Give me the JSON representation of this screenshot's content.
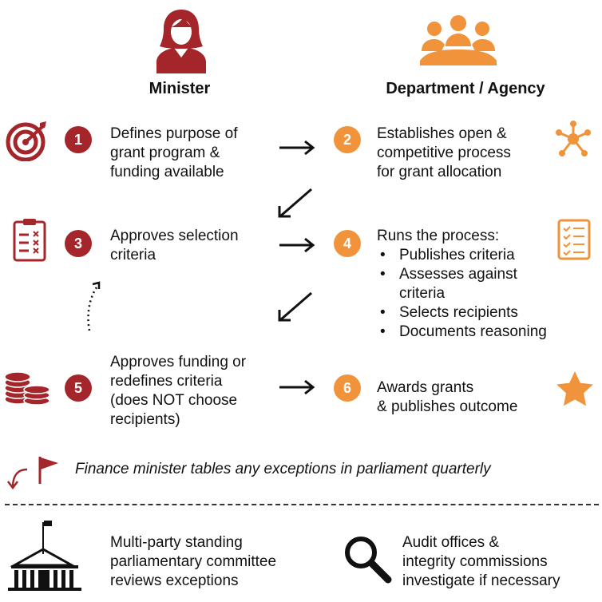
{
  "colors": {
    "minister": "#a4252a",
    "department": "#f0933a"
  },
  "headers": {
    "minister": "Minister",
    "department": "Department / Agency"
  },
  "steps": [
    {
      "num": "1",
      "text": [
        "Defines purpose of",
        "grant program &",
        "funding available"
      ],
      "icon": "target-icon"
    },
    {
      "num": "2",
      "text": [
        "Establishes open &",
        "competitive process",
        "for grant allocation"
      ],
      "icon": "network-icon"
    },
    {
      "num": "3",
      "text": [
        "Approves selection",
        "criteria"
      ],
      "icon": "clipboard-icon"
    },
    {
      "num": "4",
      "text": [
        "Runs the process:"
      ],
      "bullets": [
        "Publishes criteria",
        "Assesses against",
        "criteria",
        "Selects recipients",
        "Documents reasoning"
      ],
      "icon": "checklist-icon"
    },
    {
      "num": "5",
      "text": [
        "Approves funding or",
        "redefines criteria",
        "(does NOT choose",
        "recipients)"
      ],
      "icon": "coins-icon"
    },
    {
      "num": "6",
      "text": [
        "Awards grants",
        "& publishes outcome"
      ],
      "icon": "star-icon"
    }
  ],
  "note": "Finance minister tables any exceptions in parliament quarterly",
  "footer": {
    "left": [
      "Multi-party standing",
      "parliamentary committee",
      "reviews exceptions"
    ],
    "right": [
      "Audit offices &",
      "integrity commissions",
      "investigate if necessary"
    ]
  }
}
